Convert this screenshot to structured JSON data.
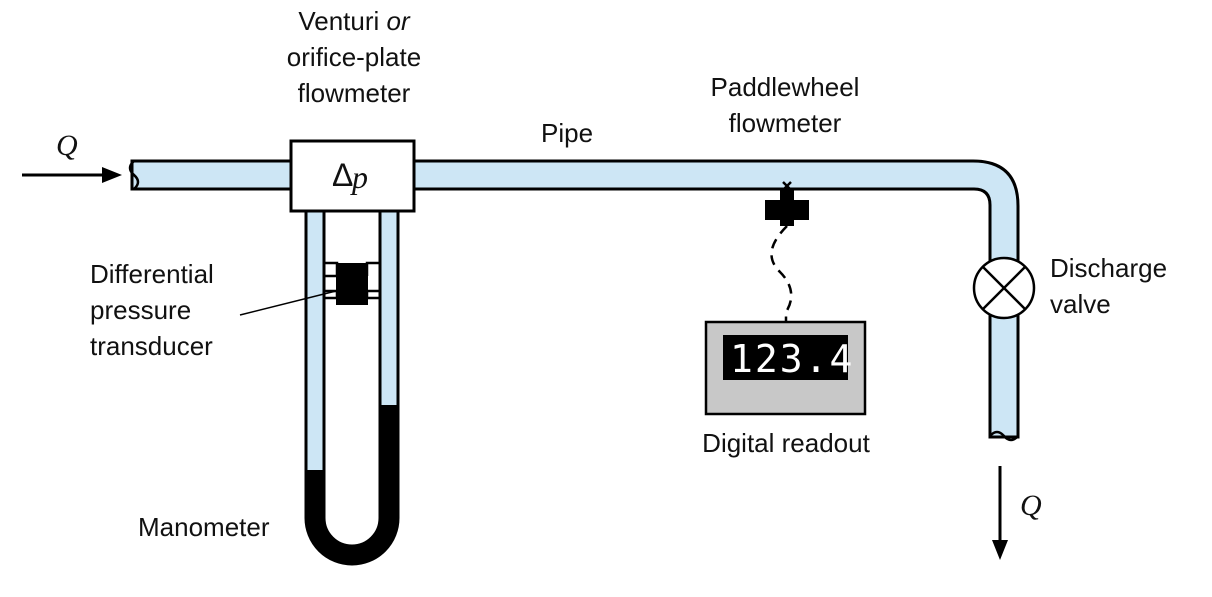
{
  "labels": {
    "venturi_line1": "Venturi ",
    "venturi_or": "or",
    "venturi_line2": "orifice-plate",
    "venturi_line3": "flowmeter",
    "paddle_line1": "Paddlewheel",
    "paddle_line2": "flowmeter",
    "pipe": "Pipe",
    "diff_line1": "Differential",
    "diff_line2": "pressure",
    "diff_line3": "transducer",
    "manometer": "Manometer",
    "discharge_line1": "Discharge",
    "discharge_line2": "valve",
    "digital_readout": "Digital readout",
    "q_in": "Q",
    "q_out": "Q",
    "delta": "Δ",
    "delta_p": "p"
  },
  "readout": {
    "value": "123.4"
  },
  "colors": {
    "pipe_fill": "#cde6f5",
    "fluid_dark": "#000000",
    "readout_box": "#c8c8c8",
    "readout_screen": "#000000"
  }
}
